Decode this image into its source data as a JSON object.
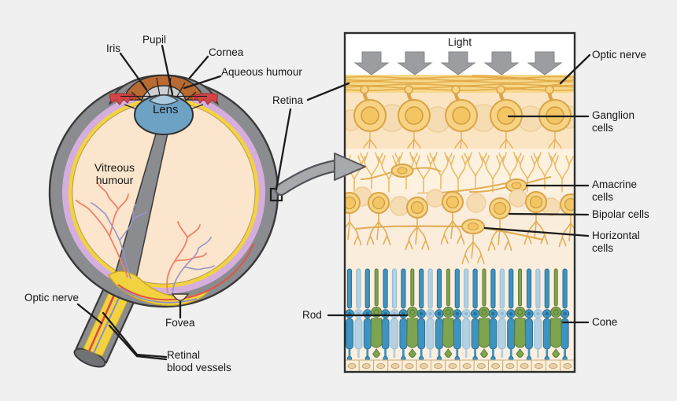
{
  "figure": {
    "title_hidden": "",
    "eye": {
      "labels": {
        "iris": "Iris",
        "pupil": "Pupil",
        "cornea": "Cornea",
        "aqueous_humour": "Aqueous humour",
        "lens": "Lens",
        "vitreous_humour": "Vitreous\nhumour",
        "retina": "Retina",
        "optic_nerve": "Optic nerve",
        "fovea": "Fovea",
        "retinal_blood_vessels": "Retinal\nblood vessels"
      }
    },
    "retina_panel": {
      "labels": {
        "light": "Light",
        "optic_nerve": "Optic nerve",
        "ganglion_cells": "Ganglion\ncells",
        "amacrine_cells": "Amacrine\ncells",
        "bipolar_cells": "Bipolar cells",
        "horizontal_cells": "Horizontal\ncells",
        "rod": "Rod",
        "cone": "Cone"
      }
    },
    "colors": {
      "background": "#f0f0f1",
      "sclera_gray": "#8a8c8f",
      "cornea_gray": "#cdcfd2",
      "choroid_lavender": "#d5aede",
      "retina_yellow": "#f2d33f",
      "vitreous_cream": "#fbe5cc",
      "lens_blue": "#6ea2c4",
      "pupil_blue": "#a9c9de",
      "iris_orange": "#b96a33",
      "ciliary_red": "#d64545",
      "vessel_red": "#ef8168",
      "vessel_blue": "#9a93c9",
      "cell_yellow": "#f8d383",
      "cell_stroke": "#d9a448",
      "band_orange": "#f7d88a",
      "rod_green": "#7ea44f",
      "cone_blue": "#3e93c0",
      "cone_pale_blue": "#b2d1e4",
      "arrow_gray": "#9b9da0",
      "leader_black": "#1c1c1c"
    }
  }
}
